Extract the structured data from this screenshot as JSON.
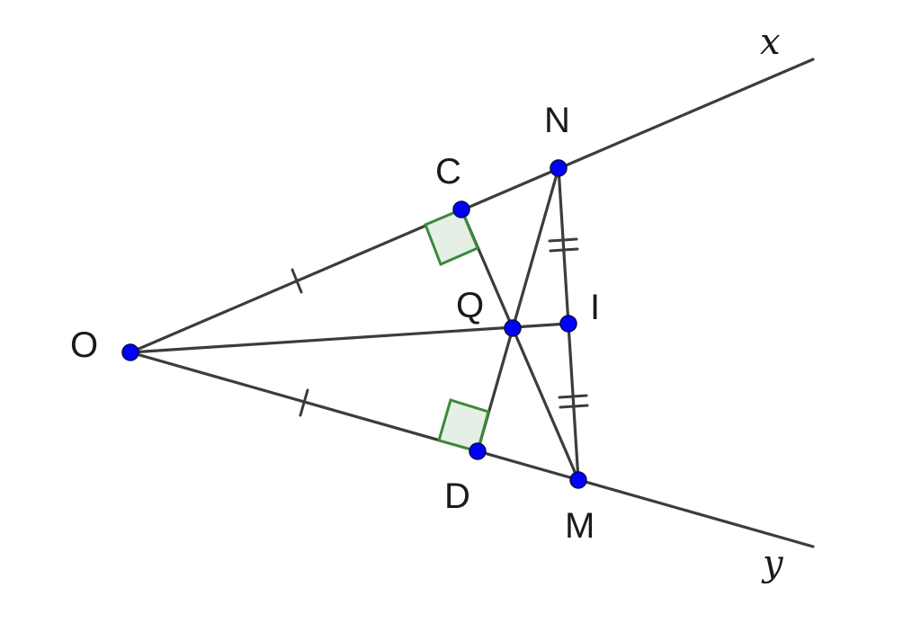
{
  "diagram": {
    "colors": {
      "line": "#3c3c3c",
      "point": "#0000ff",
      "right_angle_stroke": "#3a8a3a",
      "right_angle_fill": "#e6efe6"
    },
    "labels": {
      "O": "O",
      "C": "C",
      "N": "N",
      "Q": "Q",
      "I": "I",
      "D": "D",
      "M": "M",
      "x": "x",
      "y": "y"
    }
  }
}
